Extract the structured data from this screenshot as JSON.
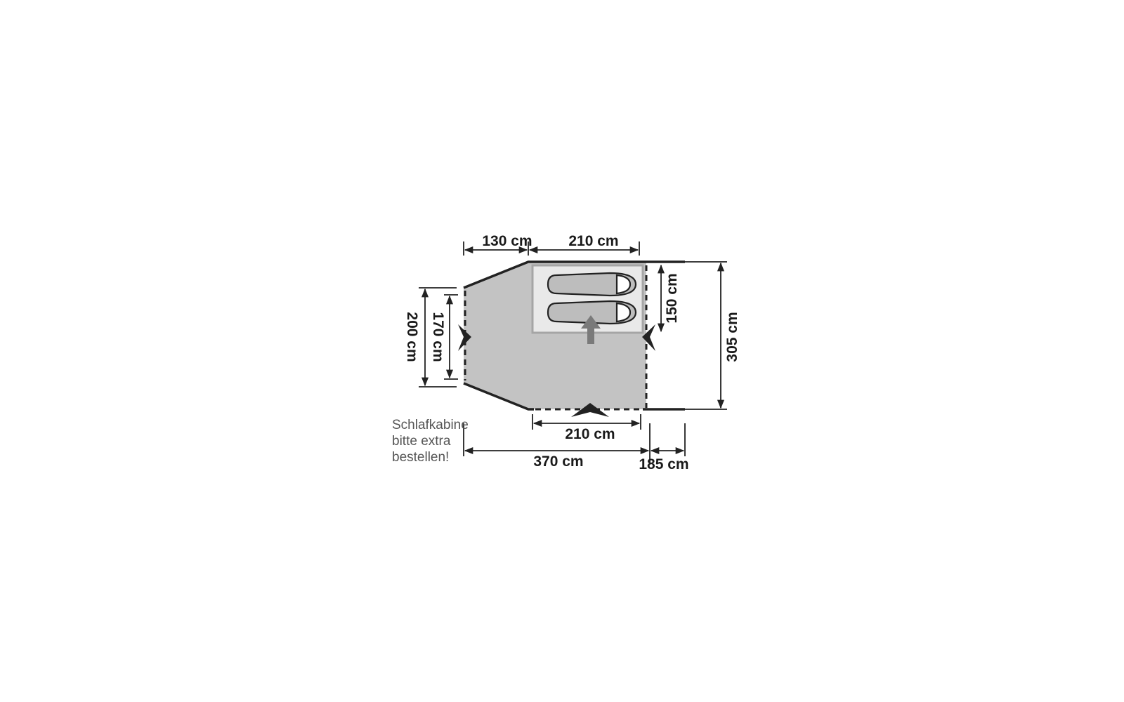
{
  "diagram": {
    "colors": {
      "floor": "#c3c3c3",
      "cabin_bg": "#e9e9e9",
      "cabin_border": "#a5a5a5",
      "lines": "#222222",
      "arrow": "#7a7a7a",
      "note": "#555555"
    },
    "dimensions": {
      "top_left": "130 cm",
      "top_right": "210 cm",
      "left_outer": "200 cm",
      "left_inner": "170 cm",
      "cabin_height": "150 cm",
      "total_height": "305 cm",
      "bottom_door": "210 cm",
      "total_length": "370 cm",
      "extension": "185 cm"
    },
    "note_lines": [
      "Schlafkabine",
      "bitte extra",
      "bestellen!"
    ]
  }
}
